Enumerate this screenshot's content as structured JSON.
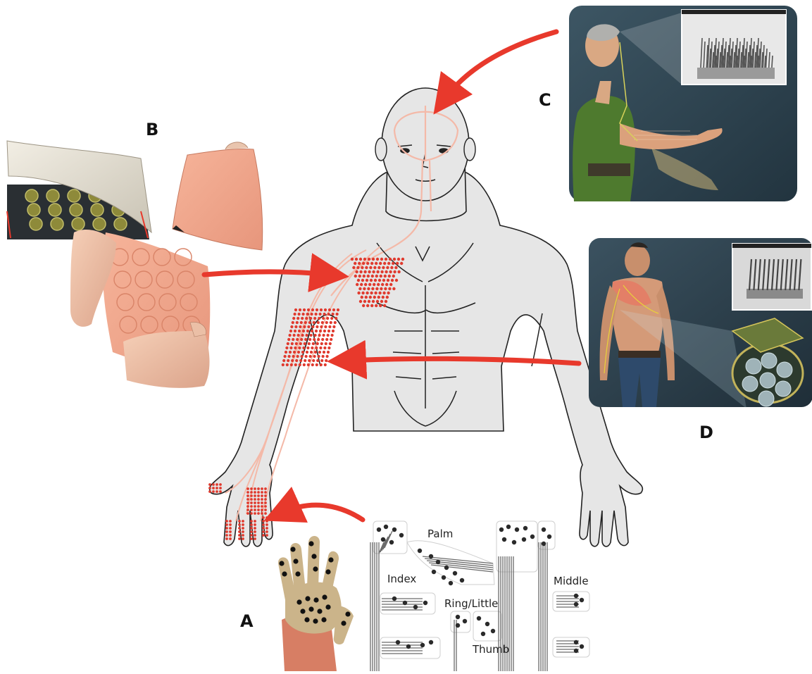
{
  "panels": {
    "a": "A",
    "b": "B",
    "c": "C",
    "d": "D"
  },
  "circuit_labels": {
    "palm": "Palm",
    "index": "Index",
    "middle": "Middle",
    "ring_little": "Ring/Little",
    "thumb": "Thumb"
  },
  "colors": {
    "arrow": "#e8392c",
    "sensor_dot": "#e03a2e",
    "nerve": "#f4b9a8",
    "body_fill": "#e6e6e6",
    "panel_bg": "#2f4250",
    "skin_patch": "#f2a488",
    "shirt_green": "#4e7a2e"
  }
}
